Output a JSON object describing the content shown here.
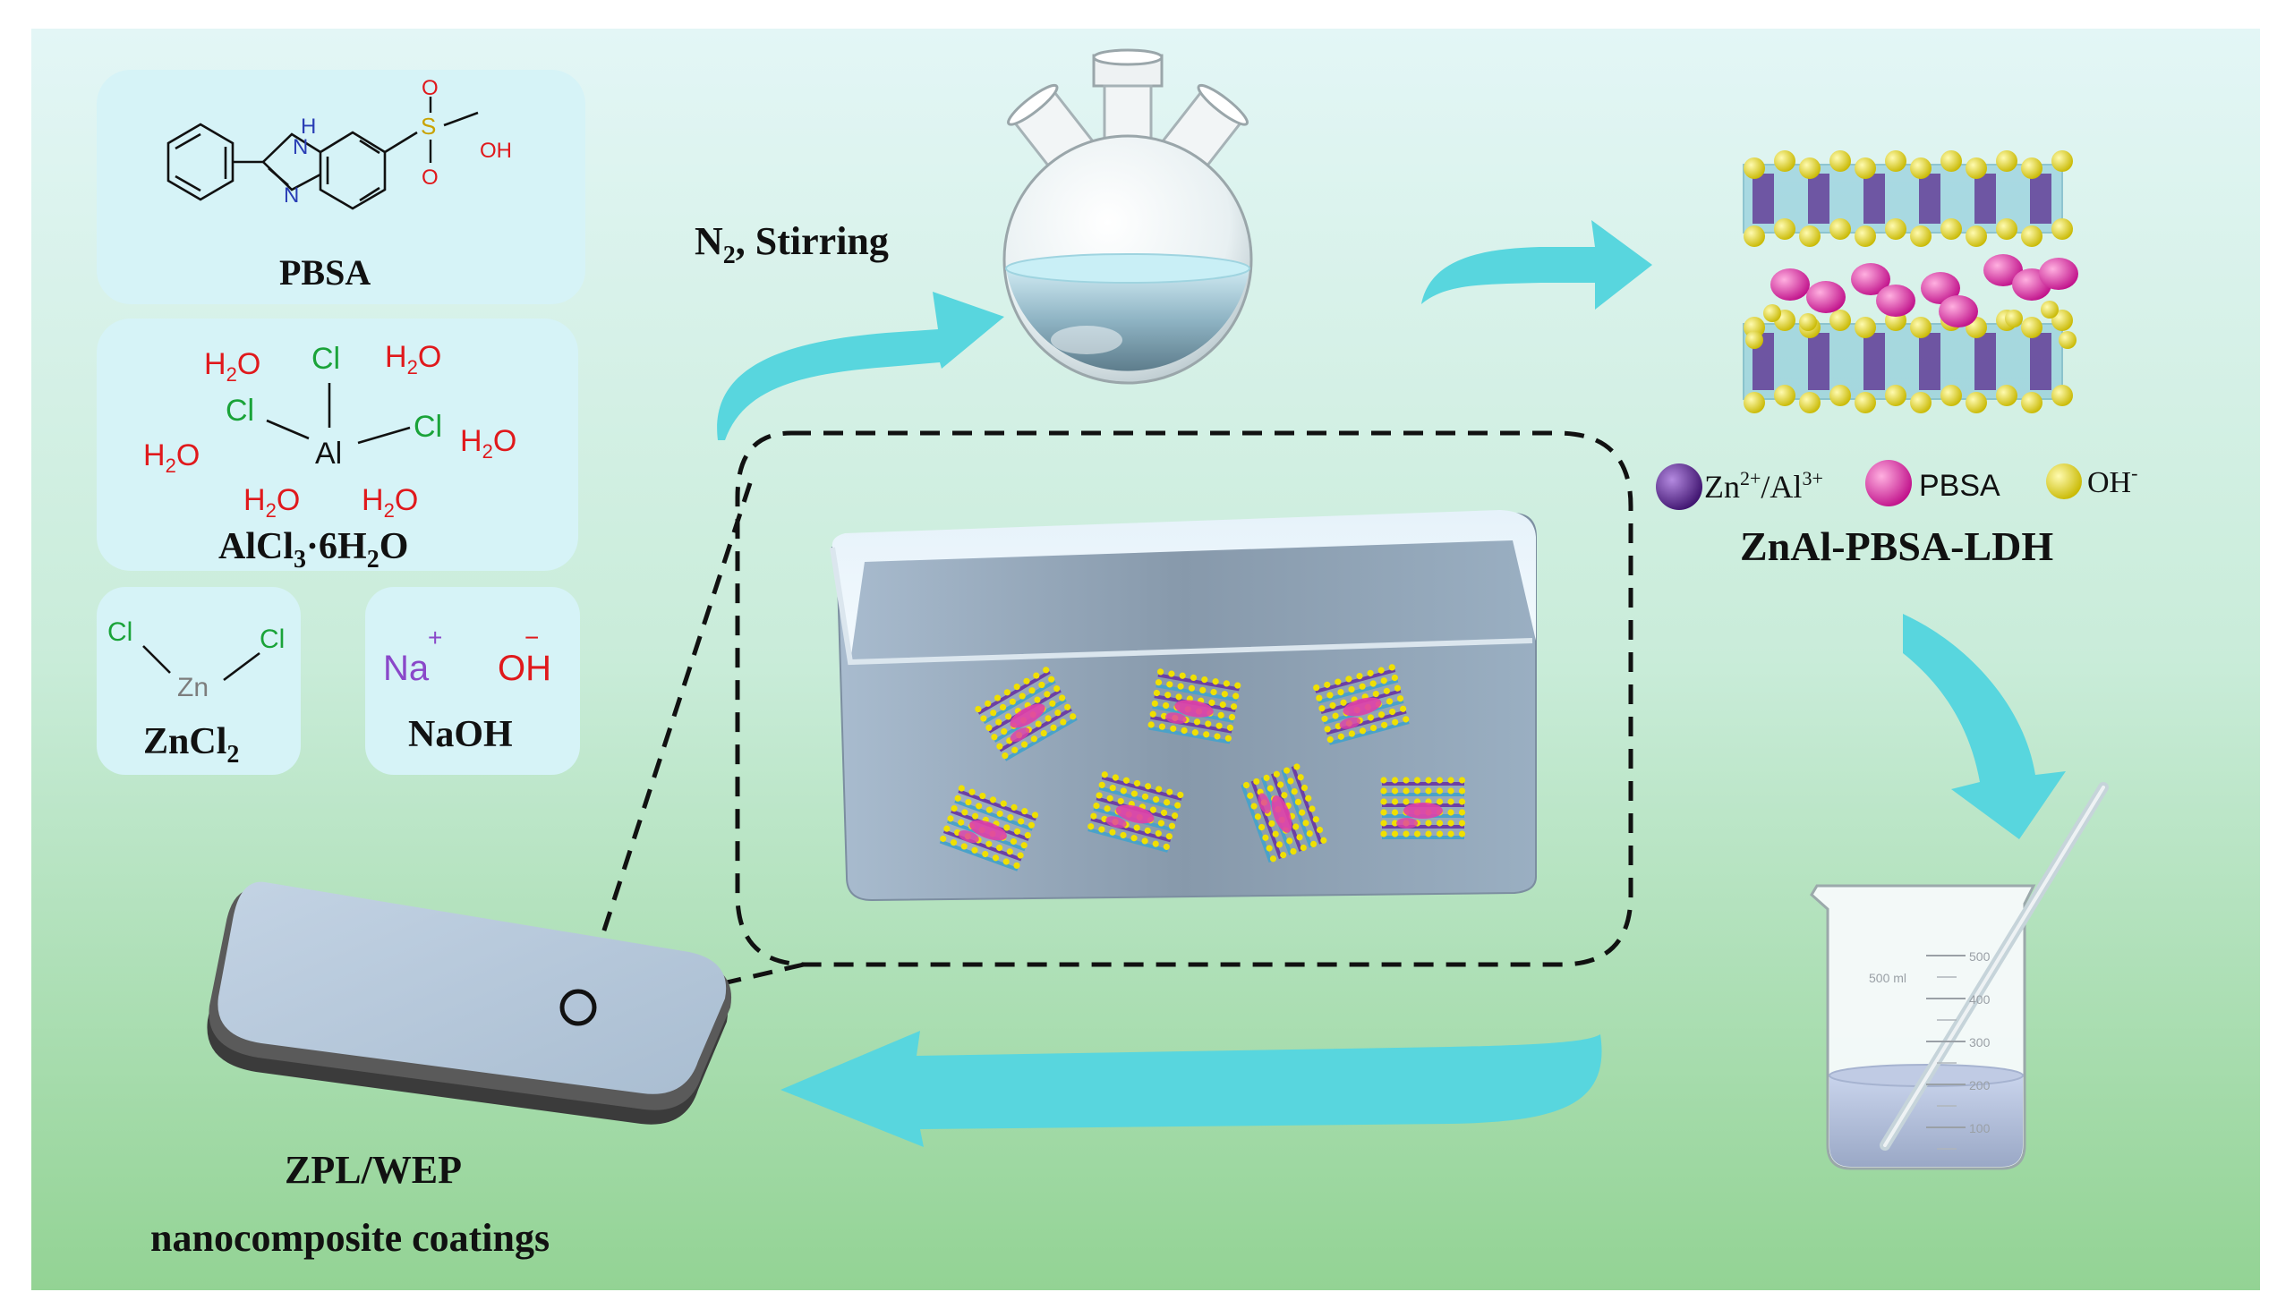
{
  "reagents": {
    "pbsa": {
      "name": "PBSA",
      "atom_nh": "H",
      "atom_n1": "N",
      "atom_n2": "N",
      "atom_s": "S",
      "atom_o1": "O",
      "atom_o2": "O",
      "atom_oh": "OH"
    },
    "alcl3": {
      "name_main": "AlCl",
      "name_sub": "3",
      "name_mid": "·6H",
      "name_sub2": "2",
      "name_end": "O",
      "center": "Al",
      "cl": "Cl",
      "water": "H",
      "water_sub": "2",
      "water_end": "O"
    },
    "zncl2": {
      "name_main": "ZnCl",
      "name_sub": "2",
      "center": "Zn",
      "cl": "Cl"
    },
    "naoh": {
      "name": "NaOH",
      "cation": "Na",
      "cation_charge": "+",
      "anion": "OH",
      "anion_charge": "−"
    }
  },
  "step1": {
    "label_main": "N",
    "label_sub": "2",
    "label_rest": ", Stirring"
  },
  "ldh": {
    "name": "ZnAl-PBSA-LDH",
    "legend": [
      {
        "label": "Zn",
        "sup1": "2+",
        "mid": "/Al",
        "sup2": "3+",
        "color": "#5b2a8e"
      },
      {
        "label": "PBSA",
        "color": "#e040a8"
      },
      {
        "label": "OH",
        "sup": "-",
        "color": "#f5e400"
      }
    ]
  },
  "beaker": {
    "volume_label": "500 ml",
    "ticks": [
      "500",
      "400",
      "300",
      "200",
      "100"
    ]
  },
  "coating": {
    "line1": "ZPL/WEP",
    "line2": "nanocomposite coatings"
  },
  "colors": {
    "arrow": "#58d6de",
    "panel": "#d6f3f7",
    "bg_top": "#dff4f4",
    "bg_bottom": "#97d497",
    "red": "#e0191c",
    "green": "#1aa339",
    "purple": "#8a48c9",
    "gray": "#7d7d7d"
  }
}
